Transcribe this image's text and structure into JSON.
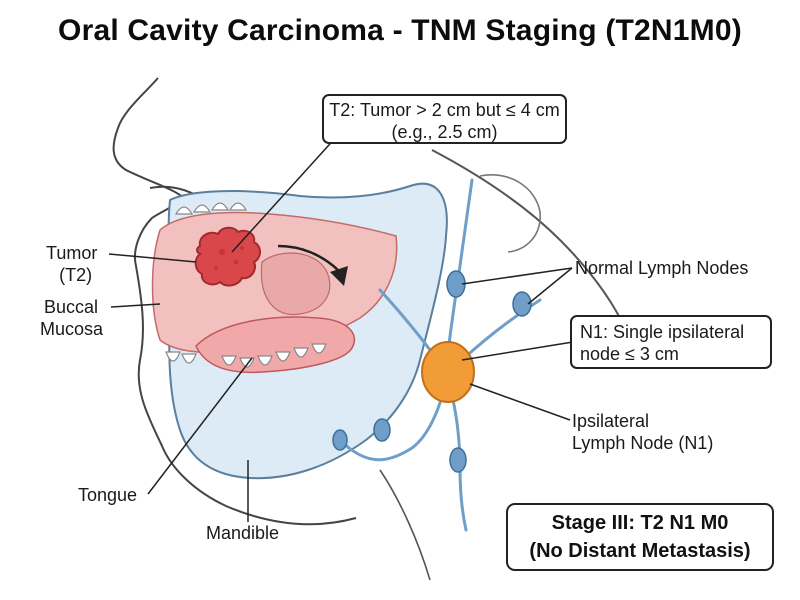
{
  "title": "Oral Cavity Carcinoma - TNM Staging (T2N1M0)",
  "callouts": {
    "t2_line1": "T2: Tumor > 2 cm but ≤ 4 cm",
    "t2_line2": "(e.g., 2.5 cm)",
    "n1_line1": "N1: Single ipsilateral",
    "n1_line2": "node ≤ 3 cm",
    "stage_line1": "Stage III: T2 N1 M0",
    "stage_line2": "(No Distant Metastasis)"
  },
  "labels": {
    "tumor_line1": "Tumor",
    "tumor_line2": "(T2)",
    "buccal_line1": "Buccal",
    "buccal_line2": "Mucosa",
    "tongue": "Tongue",
    "mandible": "Mandible",
    "normal_nodes": "Normal Lymph Nodes",
    "ipsi_line1": "Ipsilateral",
    "ipsi_line2": "Lymph Node (N1)"
  },
  "colors": {
    "tumor": "#d9474a",
    "mucosa": "#f2b8b8",
    "bone": "#dcebf6",
    "normal_node": "#6f9fc9",
    "affected_node": "#f29c38",
    "outline": "#2a2a2a"
  }
}
